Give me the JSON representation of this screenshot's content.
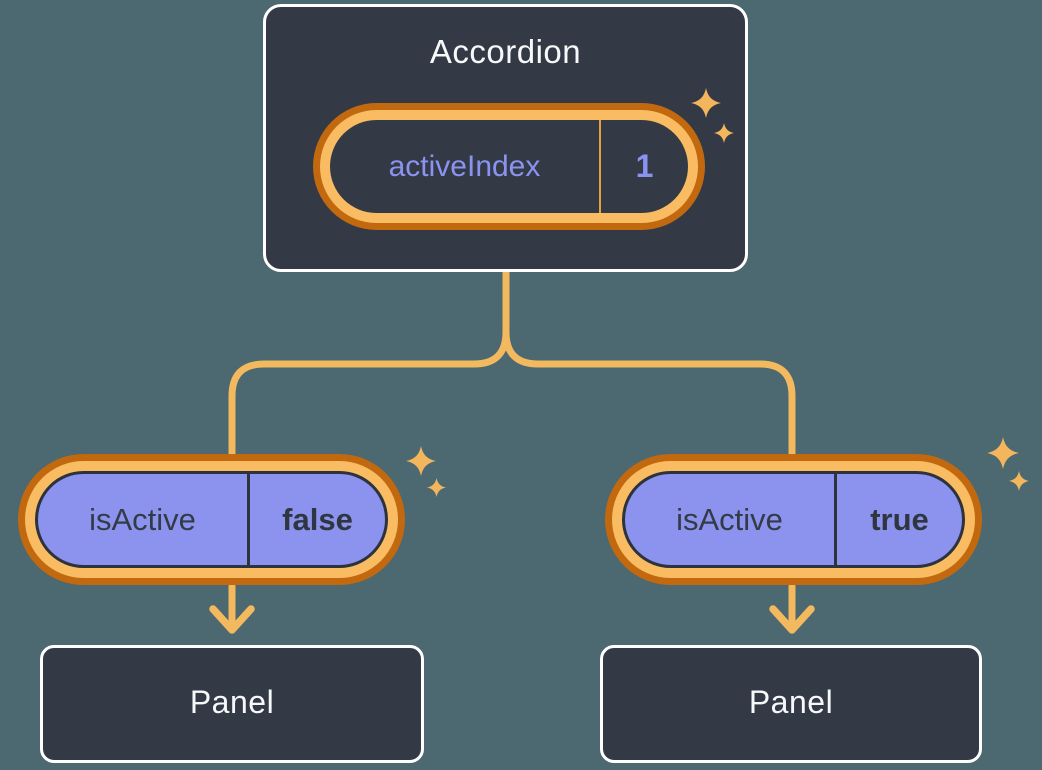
{
  "diagram": {
    "root": {
      "title": "Accordion",
      "state": {
        "name": "activeIndex",
        "value": "1"
      }
    },
    "children": [
      {
        "prop": {
          "name": "isActive",
          "value": "false"
        },
        "panel": "Panel"
      },
      {
        "prop": {
          "name": "isActive",
          "value": "true"
        },
        "panel": "Panel"
      }
    ],
    "icons": {
      "sparkle": "sparkle-icon",
      "arrow": "arrow-down-icon"
    },
    "colors": {
      "background": "#4C6870",
      "box_fill": "#333A45",
      "box_border": "#FFFFFF",
      "title_text": "#F7F8FA",
      "pill_ring_light": "#F9BC62",
      "pill_ring_dark": "#C2690F",
      "pill_purple": "#8B93EE",
      "pill_dark_border": "#2D333D",
      "state_text_purple": "#8B93F0",
      "prop_text_dark": "#343B46",
      "connector_orange": "#F3B95F",
      "sparkle_orange": "#F4B65C",
      "divider_orange": "#E5A13F"
    }
  }
}
